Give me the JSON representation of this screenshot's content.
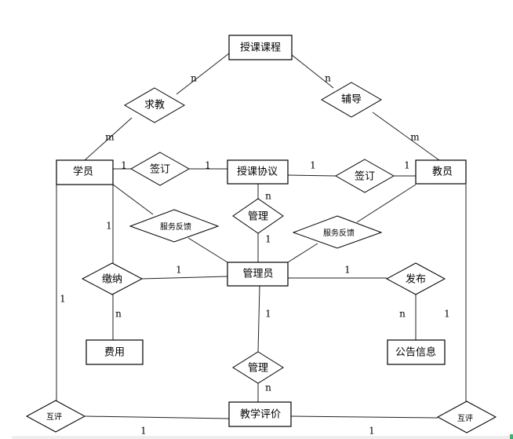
{
  "entities": {
    "course": "授课课程",
    "student": "学员",
    "agreement": "授课协议",
    "teacher": "教员",
    "admin": "管理员",
    "fee": "费用",
    "notice": "公告信息",
    "evaluation": "教学评价"
  },
  "relationships": {
    "seek": "求教",
    "tutor": "辅导",
    "sign_left": "签订",
    "sign_right": "签订",
    "manage_top": "管理",
    "feedback_left": "服务反馈",
    "feedback_right": "服务反馈",
    "pay": "缴纳",
    "publish": "发布",
    "manage_bottom": "管理",
    "mutual_left": "互评",
    "mutual_right": "互评"
  },
  "cardinalities": [
    "n",
    "n",
    "m",
    "m",
    "1",
    "1",
    "1",
    "1",
    "n",
    "1",
    "1",
    "1",
    "1",
    "1",
    "n",
    "1",
    "n",
    "1",
    "n",
    "1",
    "1"
  ]
}
